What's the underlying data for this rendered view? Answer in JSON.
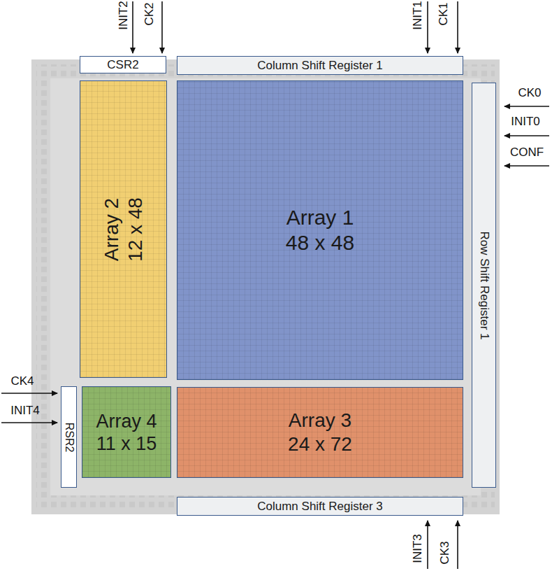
{
  "diagram": {
    "nodes": [
      {
        "text": [
          "CSR2"
        ]
      },
      {
        "text": [
          "Column Shift Register 1"
        ]
      },
      {
        "text": [
          "Array 2",
          "12 x 48"
        ]
      },
      {
        "text": [
          "Array 1",
          "48 x 48"
        ]
      },
      {
        "text": [
          "Row Shift Register 1"
        ]
      },
      {
        "text": [
          "RSR2"
        ]
      },
      {
        "text": [
          "Array 4",
          "11 x 15"
        ]
      },
      {
        "text": [
          "Array 3",
          "24 x 72"
        ]
      },
      {
        "text": [
          "Column Shift Register 3"
        ]
      }
    ],
    "labels": [
      "INIT2",
      "CK2",
      "INIT1",
      "CK1",
      "CK0",
      "INIT0",
      "CONF",
      "CK4",
      "INIT4",
      "INIT3",
      "CK3"
    ]
  }
}
